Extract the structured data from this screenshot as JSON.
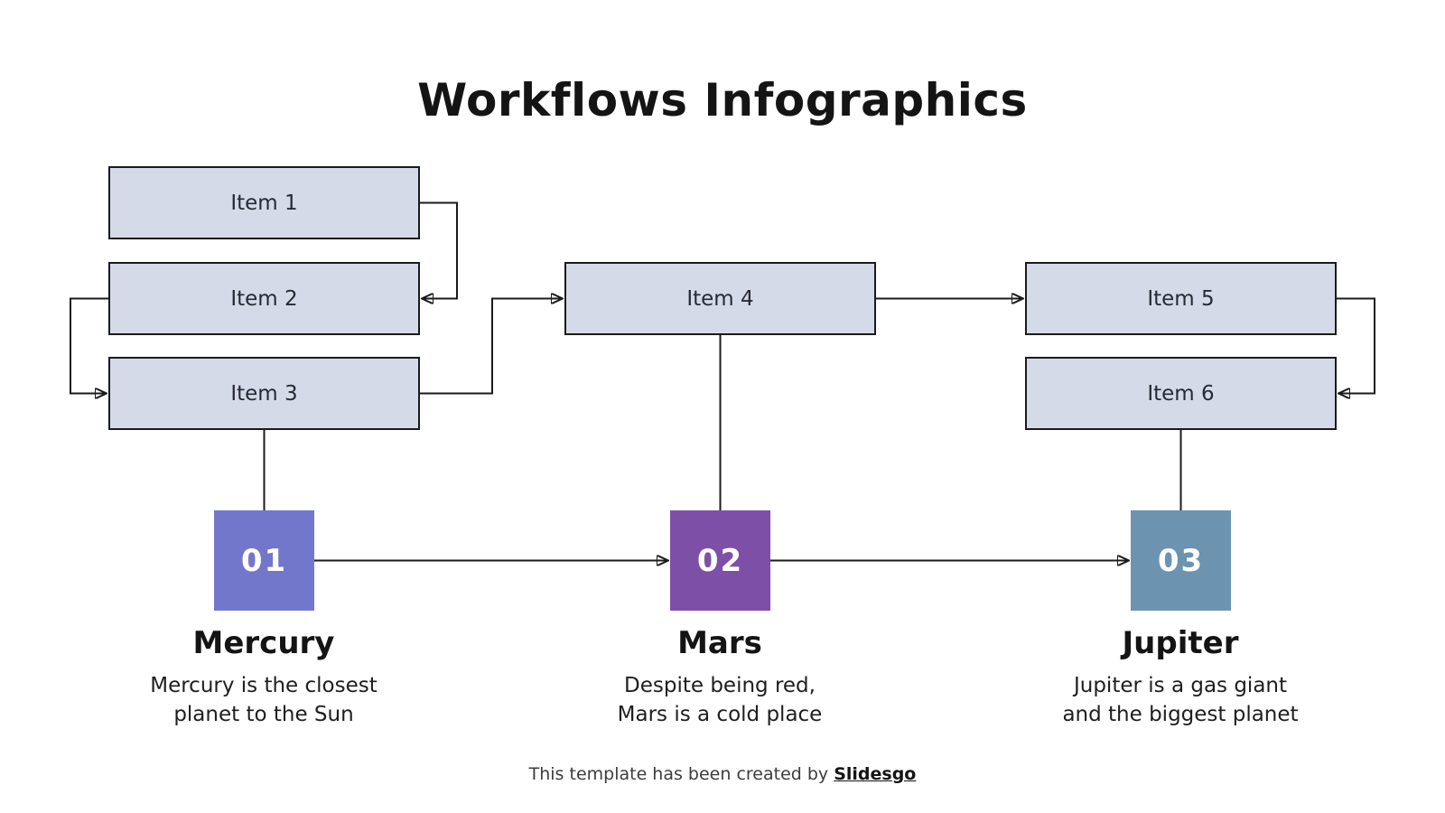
{
  "title": "Workflows Infographics",
  "items": [
    {
      "label": "Item 1"
    },
    {
      "label": "Item 2"
    },
    {
      "label": "Item 3"
    },
    {
      "label": "Item 4"
    },
    {
      "label": "Item 5"
    },
    {
      "label": "Item 6"
    }
  ],
  "steps": [
    {
      "number": "01",
      "color": "#7377CB",
      "name": "Mercury",
      "description": "Mercury is the closest\nplanet to the Sun"
    },
    {
      "number": "02",
      "color": "#7E4FA7",
      "name": "Mars",
      "description": "Despite being red,\nMars is a cold place"
    },
    {
      "number": "03",
      "color": "#6C93B0",
      "name": "Jupiter",
      "description": "Jupiter is a gas giant\nand the biggest planet"
    }
  ],
  "footer": {
    "text": "This template has been created by ",
    "brand": "Slidesgo"
  },
  "colors": {
    "item_fill": "#D5DAE8",
    "item_border": "#1B1B1B",
    "connector_line": "#1B1B1B",
    "text": "#141414",
    "background": "#FFFFFF"
  }
}
